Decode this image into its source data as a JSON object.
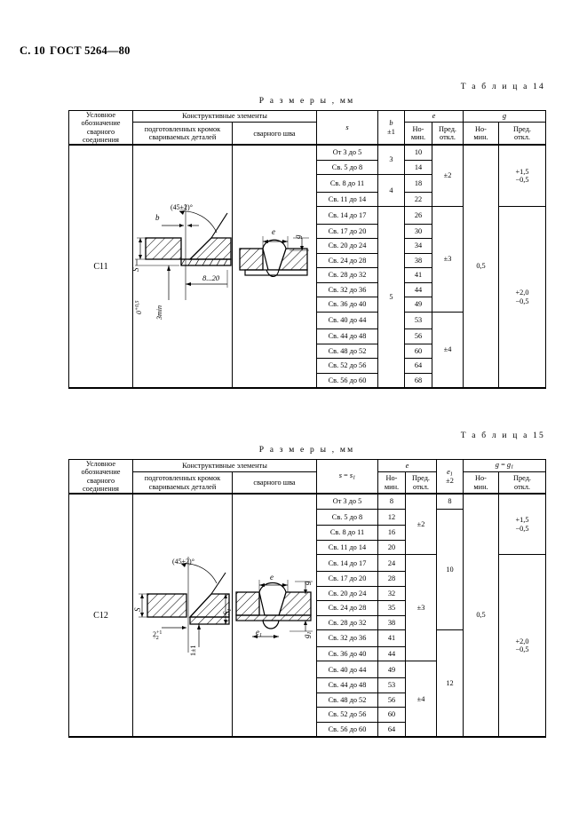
{
  "page_header": {
    "page_label": "С. 10",
    "standard": "ГОСТ 5264—80"
  },
  "tables": [
    {
      "id": "t14",
      "number_label": "Т а б л и ц а  14",
      "units_caption": "Р а з м е р ы ,  мм",
      "header": {
        "col_designation": [
          "Условное",
          "обозначение",
          "сварного",
          "соединения"
        ],
        "col_elements": "Конструктивные элементы",
        "col_elements_left": [
          "подготовленных кромок",
          "свариваемых деталей"
        ],
        "col_elements_right": "сварного шва",
        "col_s": "s",
        "col_b": "b",
        "col_b_tol": "±1",
        "col_e": "e",
        "col_g": "g",
        "sub_nominal": [
          "Но-",
          "мин."
        ],
        "sub_deviation": [
          "Пред.",
          "откл."
        ]
      },
      "joint": "С11",
      "drawing_prep": {
        "angle": "(45±2)°",
        "b": "b",
        "s": "S",
        "gap": "0+0,5",
        "min": "3min",
        "width": "8...20"
      },
      "drawing_seam": {
        "e": "e",
        "g": "g"
      },
      "rows": [
        {
          "s": "От 3 до 5",
          "e": "10"
        },
        {
          "s": "Св. 5 до 8",
          "e": "14"
        },
        {
          "s": "Св. 8 до 11",
          "e": "18"
        },
        {
          "s": "Св. 11 до 14",
          "e": "22"
        },
        {
          "s": "Св. 14 до 17",
          "e": "26"
        },
        {
          "s": "Св. 17 до 20",
          "e": "30"
        },
        {
          "s": "Св. 20 до 24",
          "e": "34"
        },
        {
          "s": "Св. 24 до 28",
          "e": "38"
        },
        {
          "s": "Св. 28 до 32",
          "e": "41"
        },
        {
          "s": "Св. 32 до 36",
          "e": "44"
        },
        {
          "s": "Св. 36 до 40",
          "e": "49"
        },
        {
          "s": "Св. 40 до 44",
          "e": "53"
        },
        {
          "s": "Св. 44 до 48",
          "e": "56"
        },
        {
          "s": "Св. 48 до 52",
          "e": "60"
        },
        {
          "s": "Св. 52 до 56",
          "e": "64"
        },
        {
          "s": "Св. 56 до 60",
          "e": "68"
        }
      ],
      "b_groups": [
        {
          "value": "3",
          "span": 2
        },
        {
          "value": "4",
          "span": 2
        },
        {
          "value": "5",
          "span": 12
        }
      ],
      "etol_groups": [
        {
          "value": "±2",
          "span": 4
        },
        {
          "value": "±3",
          "span": 7
        },
        {
          "value": "±4",
          "span": 5
        }
      ],
      "g_nominal": "0,5",
      "g_tol_groups": [
        {
          "line1": "+1,5",
          "line2": "−0,5",
          "span": 4
        },
        {
          "line1": "+2,0",
          "line2": "−0,5",
          "span": 12
        }
      ]
    },
    {
      "id": "t15",
      "number_label": "Т а б л и ц а  15",
      "units_caption": "Р а з м е р ы ,  мм",
      "header": {
        "col_designation": [
          "Условное",
          "обозначение",
          "сварного",
          "соединения"
        ],
        "col_elements": "Конструктивные элементы",
        "col_elements_left": [
          "подготовленных кромок",
          "свариваемых деталей"
        ],
        "col_elements_right": "сварного шва",
        "col_s": "s = s1",
        "col_e": "e",
        "col_e1": "e1",
        "col_e1_tol": "±2",
        "col_g": "g = g1",
        "sub_nominal": [
          "Но-",
          "мин."
        ],
        "sub_deviation": [
          "Пред.",
          "откл."
        ]
      },
      "joint": "С12",
      "drawing_prep": {
        "angle": "(45±2)°",
        "s": "S",
        "s1": "S1",
        "bottom_left": "2+1−2",
        "bottom_right": "1±1"
      },
      "drawing_seam": {
        "e": "e",
        "g": "g",
        "e1": "e1",
        "g1": "g1"
      },
      "rows": [
        {
          "s": "От 3 до 5",
          "e": "8"
        },
        {
          "s": "Св. 5 до 8",
          "e": "12"
        },
        {
          "s": "Св. 8 до 11",
          "e": "16"
        },
        {
          "s": "Св. 11 до 14",
          "e": "20"
        },
        {
          "s": "Св. 14 до 17",
          "e": "24"
        },
        {
          "s": "Св. 17 до 20",
          "e": "28"
        },
        {
          "s": "Св. 20 до 24",
          "e": "32"
        },
        {
          "s": "Св. 24 до 28",
          "e": "35"
        },
        {
          "s": "Св. 28 до 32",
          "e": "38"
        },
        {
          "s": "Св. 32 до 36",
          "e": "41"
        },
        {
          "s": "Св. 36 до 40",
          "e": "44"
        },
        {
          "s": "Св. 40 до 44",
          "e": "49"
        },
        {
          "s": "Св. 44 до 48",
          "e": "53"
        },
        {
          "s": "Св. 48 до 52",
          "e": "56"
        },
        {
          "s": "Св. 52 до 56",
          "e": "60"
        },
        {
          "s": "Св. 56 до 60",
          "e": "64"
        }
      ],
      "etol_groups": [
        {
          "value": "±2",
          "span": 4
        },
        {
          "value": "±3",
          "span": 7
        },
        {
          "value": "±4",
          "span": 5
        }
      ],
      "e1_groups": [
        {
          "value": "8",
          "span": 1
        },
        {
          "value": "10",
          "span": 8
        },
        {
          "value": "12",
          "span": 7
        }
      ],
      "g_nominal": "0,5",
      "g_tol_groups": [
        {
          "line1": "+1,5",
          "line2": "−0,5",
          "span": 4
        },
        {
          "line1": "+2,0",
          "line2": "−0,5",
          "span": 12
        }
      ]
    }
  ]
}
